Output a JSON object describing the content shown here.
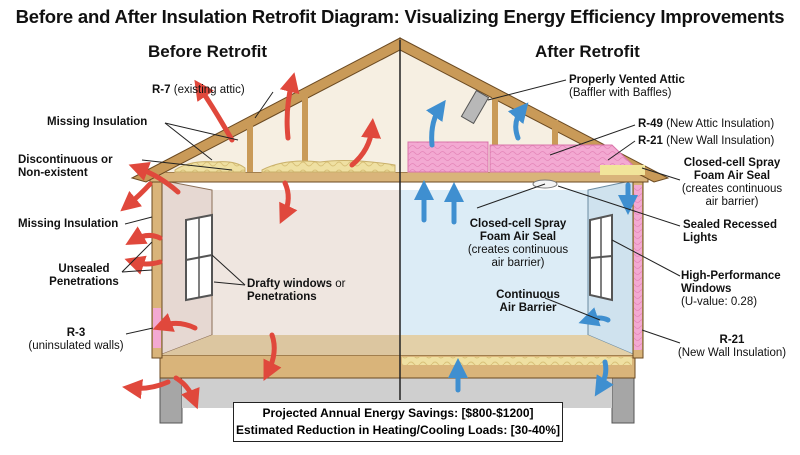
{
  "title": "Before and After Insulation Retrofit Diagram: Visualizing Energy Efficiency Improvements",
  "before": {
    "heading": "Before Retrofit",
    "labels": {
      "r7_value": "R-7",
      "r7_note": "(existing attic)",
      "missing_insulation_top": "Missing Insulation",
      "discontinuous_line1": "Discontinuous or",
      "discontinuous_line2": "Non-existent",
      "missing_insulation_side": "Missing Insulation",
      "unsealed_line1": "Unsealed",
      "unsealed_line2": "Penetrations",
      "drafty_bold": "Drafty windows",
      "drafty_or": "or",
      "drafty_line2": "Penetrations",
      "r3_value": "R-3",
      "r3_note": "(uninsulated walls)"
    }
  },
  "after": {
    "heading": "After Retrofit",
    "labels": {
      "vented_attic_line1": "Properly Vented Attic",
      "vented_attic_line2": "(Baffler with Baffles)",
      "r49_value": "R-49",
      "r49_note": "(New Attic Insulation)",
      "r21_top_value": "R-21",
      "r21_top_note": "(New Wall Insulation)",
      "spray_right_line1": "Closed-cell Spray",
      "spray_right_line2": "Foam Air Seal",
      "spray_right_line3": "(creates continuous",
      "spray_right_line4": "air barrier)",
      "recessed_line1": "Sealed Recessed",
      "recessed_line2": "Lights",
      "spray_center_line1": "Closed-cell Spray",
      "spray_center_line2": "Foam Air Seal",
      "spray_center_line3": "(creates continuous",
      "spray_center_line4": "air barrier)",
      "continuous_line1": "Continuous",
      "continuous_line2": "Air Barrier",
      "windows_line1": "High-Performance",
      "windows_line2": "Windows",
      "windows_line3": "(U-value: 0.28)",
      "r21_bottom_value": "R-21",
      "r21_bottom_note": "(New Wall Insulation)"
    }
  },
  "savings": {
    "line1": "Projected Annual Energy Savings: [$800-$1200]",
    "line2": "Estimated Reduction in Heating/Cooling Loads: [30-40%]"
  },
  "colors": {
    "heat_loss_arrow": "#e0483c",
    "airflow_arrow": "#3f8fd0",
    "attic_insulation_pink": "#f3a9d2",
    "batt_insulation_yellow": "#efe0a2",
    "framing_wood": "#d9b47a",
    "before_wall": "#efe6e0",
    "after_wall": "#dcecf6"
  }
}
